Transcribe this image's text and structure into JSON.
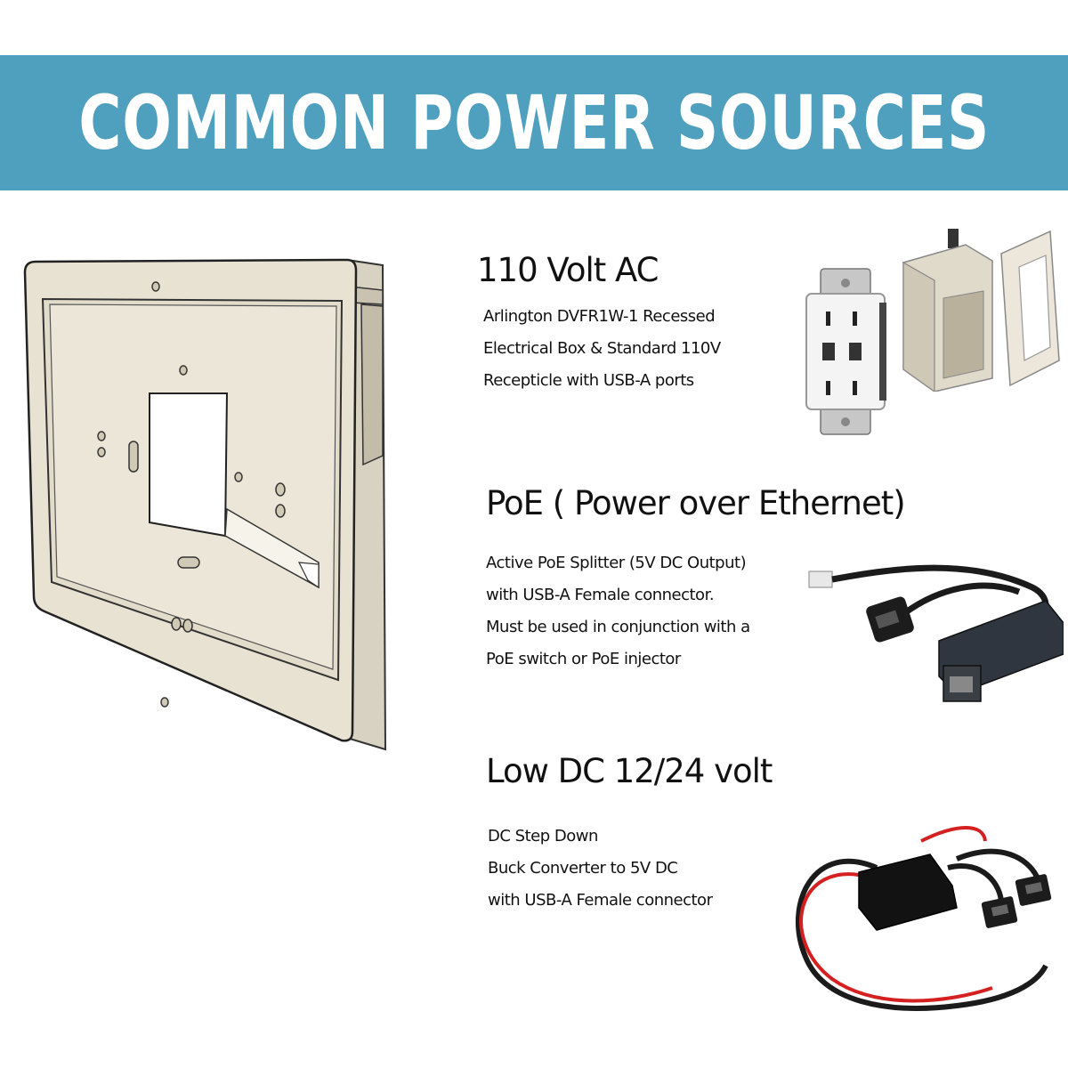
{
  "banner": {
    "title": "COMMON POWER SOURCES",
    "color": "#4f9fbe"
  },
  "sections": [
    {
      "title": "110 Volt AC",
      "lines": [
        "Arlington DVFR1W-1 Recessed",
        "Electrical Box & Standard 110V",
        "Recepticle with USB-A ports"
      ]
    },
    {
      "title": "PoE ( Power over Ethernet)",
      "lines": [
        "Active PoE Splitter (5V DC Output)",
        "with USB-A Female connector.",
        "Must be used in conjunction with a",
        "PoE switch or PoE injector"
      ]
    },
    {
      "title": "Low DC 12/24 volt",
      "lines": [
        "DC Step Down",
        "Buck Converter to 5V DC",
        "with USB-A Female connector"
      ]
    }
  ],
  "icons": [
    "tablet-wall-frame",
    "usb-outlet",
    "recessed-electrical-box",
    "poe-splitter",
    "dc-buck-converter"
  ]
}
